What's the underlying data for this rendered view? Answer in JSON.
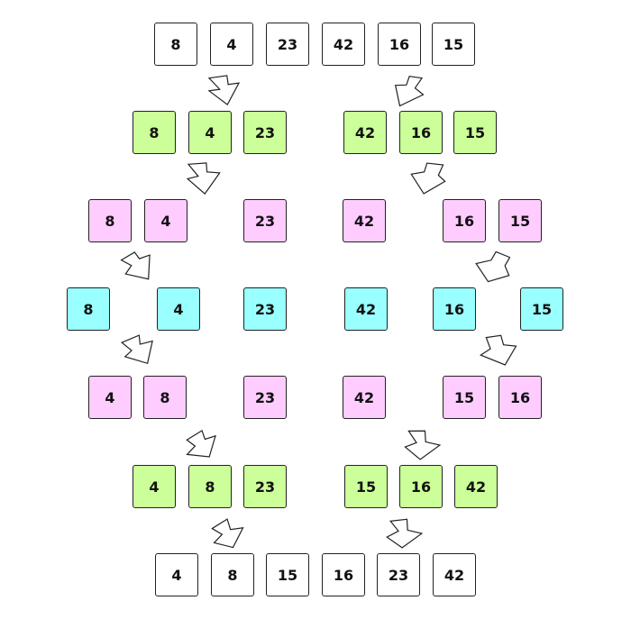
{
  "rows": [
    {
      "color": "white",
      "values": [
        "8",
        "4",
        "23",
        "42",
        "16",
        "15"
      ]
    },
    {
      "color": "green",
      "values": [
        "8",
        "4",
        "23",
        "42",
        "16",
        "15"
      ]
    },
    {
      "color": "pink",
      "values": [
        "8",
        "4",
        "23",
        "42",
        "16",
        "15"
      ]
    },
    {
      "color": "cyan",
      "values": [
        "8",
        "4",
        "23",
        "42",
        "16",
        "15"
      ]
    },
    {
      "color": "pink",
      "values": [
        "4",
        "8",
        "23",
        "42",
        "15",
        "16"
      ]
    },
    {
      "color": "green",
      "values": [
        "4",
        "8",
        "23",
        "15",
        "16",
        "42"
      ]
    },
    {
      "color": "white",
      "values": [
        "4",
        "8",
        "15",
        "16",
        "23",
        "42"
      ]
    }
  ],
  "colors": {
    "white": "#ffffff",
    "green": "#ccff99",
    "pink": "#ffccff",
    "cyan": "#99ffff",
    "border": "#222222"
  }
}
